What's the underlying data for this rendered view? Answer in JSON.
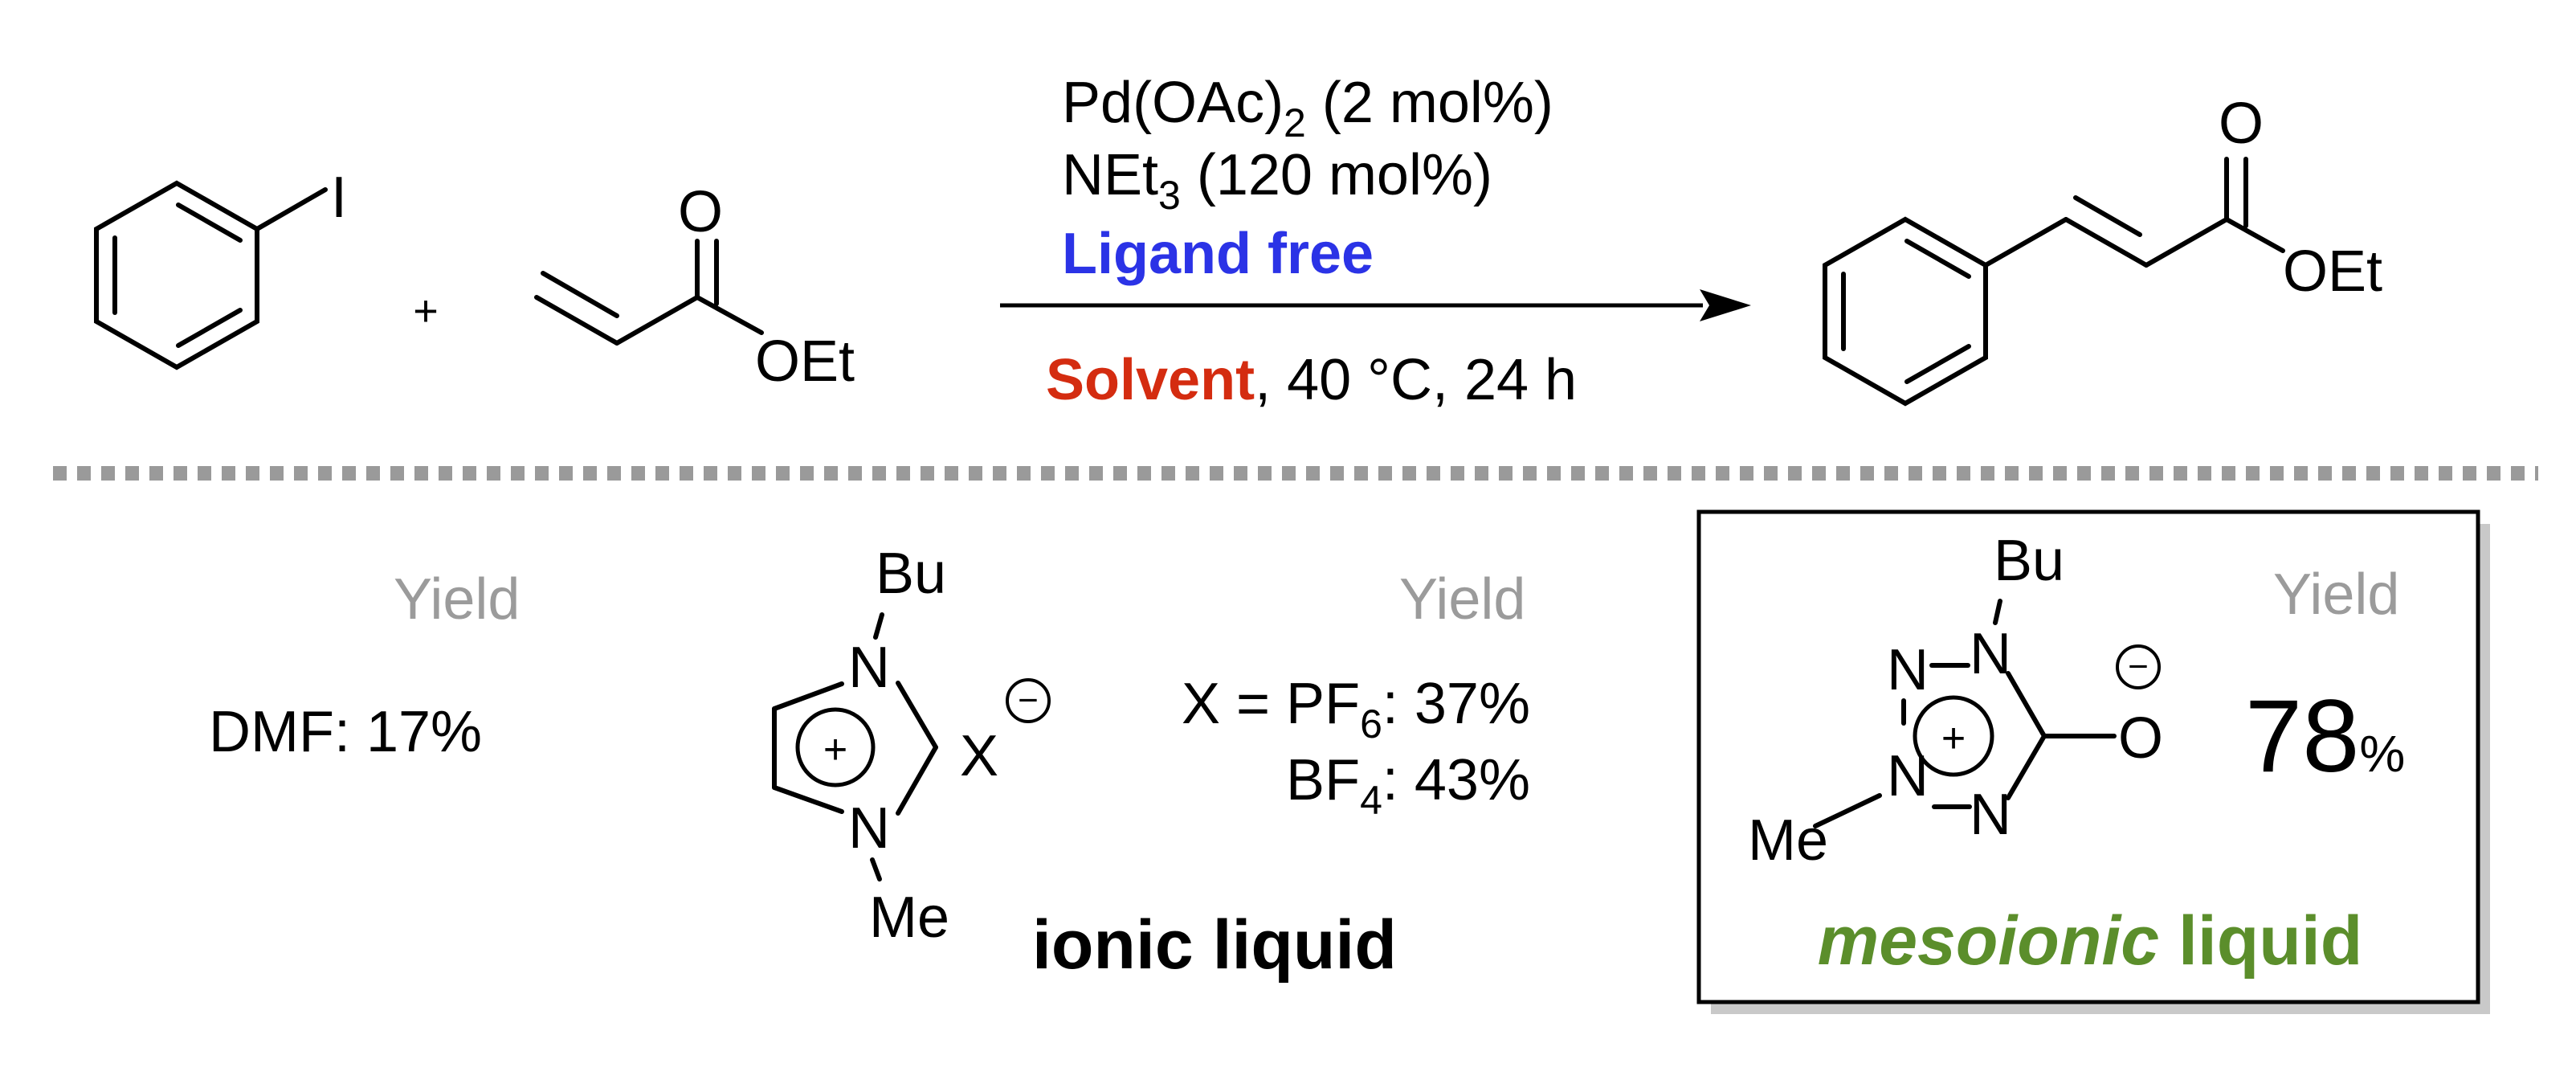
{
  "colors": {
    "ink": "#000000",
    "gray": "#9b9b9b",
    "blue": "#2b33e6",
    "red": "#d42c10",
    "green": "#5b8e2b",
    "dots": "#9a9a9a",
    "shadow": "#c9c9c9"
  },
  "reaction": {
    "reactant1": {
      "atom_I": "I"
    },
    "plus": "+",
    "reactant2": {
      "atom_O": "O",
      "group_OEt": "OEt"
    },
    "conditions": {
      "line1": {
        "pd": "Pd(OAc)",
        "sub": "2",
        "rest": " (2 mol%)"
      },
      "line2": {
        "net": "NEt",
        "sub": "3",
        "rest": " (120 mol%)"
      },
      "line3": "Ligand free",
      "line4": {
        "solvent": "Solvent",
        "rest": ", 40 °C, 24 h"
      }
    },
    "product": {
      "atom_O": "O",
      "group_OEt": "OEt"
    }
  },
  "panel_dmf": {
    "yield_label": "Yield",
    "result": "DMF: 17%"
  },
  "panel_ionic": {
    "yield_label": "Yield",
    "bu": "Bu",
    "me": "Me",
    "n_top": "N",
    "n_bottom": "N",
    "plus": "+",
    "anion": "X",
    "minus": "−",
    "row1": {
      "prefix": "X = PF",
      "sub": "6",
      "value": ": 37%"
    },
    "row2": {
      "prefix": "BF",
      "sub": "4",
      "value": ": 43%"
    },
    "caption": "ionic liquid"
  },
  "panel_meso": {
    "yield_label": "Yield",
    "bu": "Bu",
    "me": "Me",
    "n1": "N",
    "n2": "N",
    "n3": "N",
    "n4": "N",
    "oxygen": "O",
    "plus": "+",
    "minus": "−",
    "yield_value": "78",
    "yield_unit": "%",
    "caption_italic": "mesoionic",
    "caption_rest": " liquid"
  }
}
